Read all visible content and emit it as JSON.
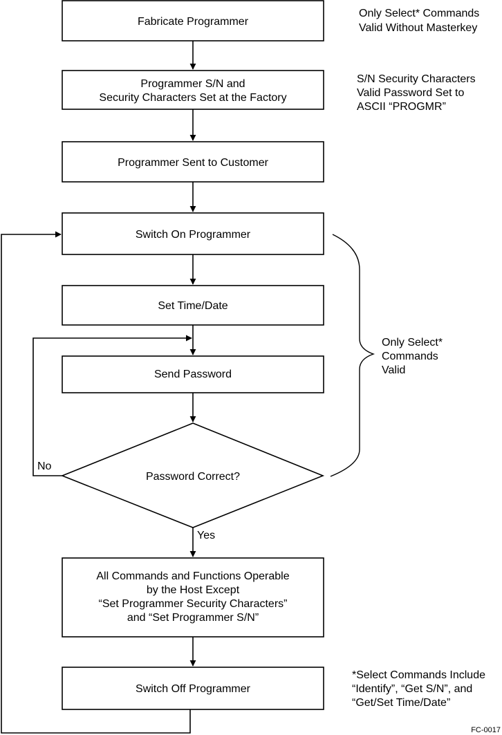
{
  "boxes": {
    "fabricate": "Fabricate Programmer",
    "factory_line1": "Programmer S/N and",
    "factory_line2": "Security Characters Set at the Factory",
    "sent": "Programmer Sent to Customer",
    "switch_on": "Switch On Programmer",
    "set_time": "Set Time/Date",
    "send_password": "Send Password",
    "password_correct": "Password Correct?",
    "operable_line1": "All Commands and Functions Operable",
    "operable_line2": "by the Host Except",
    "operable_line3": "“Set Programmer Security Characters”",
    "operable_line4": "and “Set Programmer S/N”",
    "switch_off": "Switch Off Programmer"
  },
  "branches": {
    "no": "No",
    "yes": "Yes"
  },
  "notes": {
    "masterkey_line1": "Only Select* Commands",
    "masterkey_line2": "Valid Without Masterkey",
    "security_line1": "S/N Security Characters",
    "security_line2": "Valid Password Set to",
    "security_line3": "ASCII “PROGMR”",
    "brace_line1": "Only Select*",
    "brace_line2": "Commands",
    "brace_line3": "Valid",
    "select_line1": "*Select Commands Include",
    "select_line2": "“Identify”, “Get S/N”, and",
    "select_line3": "“Get/Set Time/Date”"
  },
  "figure_id": "FC-0017"
}
